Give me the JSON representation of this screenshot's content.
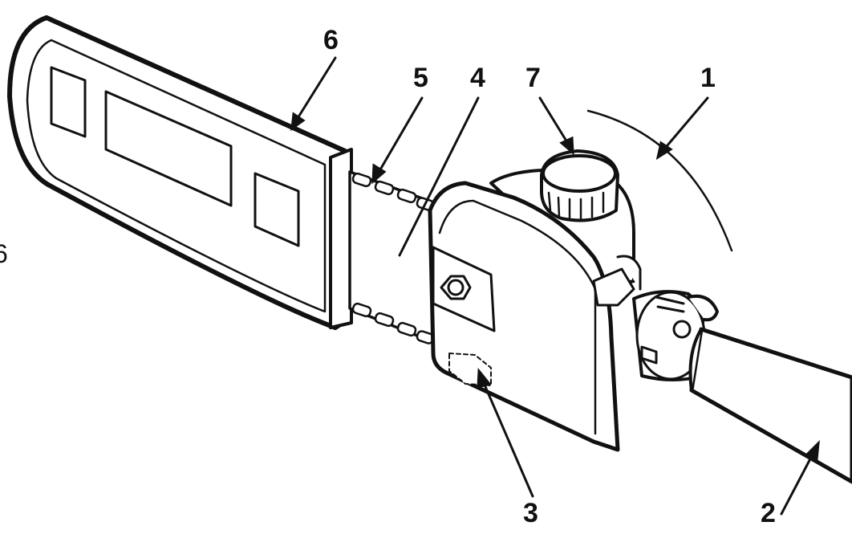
{
  "callouts": {
    "c1": "1",
    "c2": "2",
    "c3": "3",
    "c4": "4",
    "c5": "5",
    "c6": "6",
    "c7": "7",
    "edge": "6"
  },
  "colors": {
    "line": "#111111",
    "fill": "#ffffff"
  }
}
